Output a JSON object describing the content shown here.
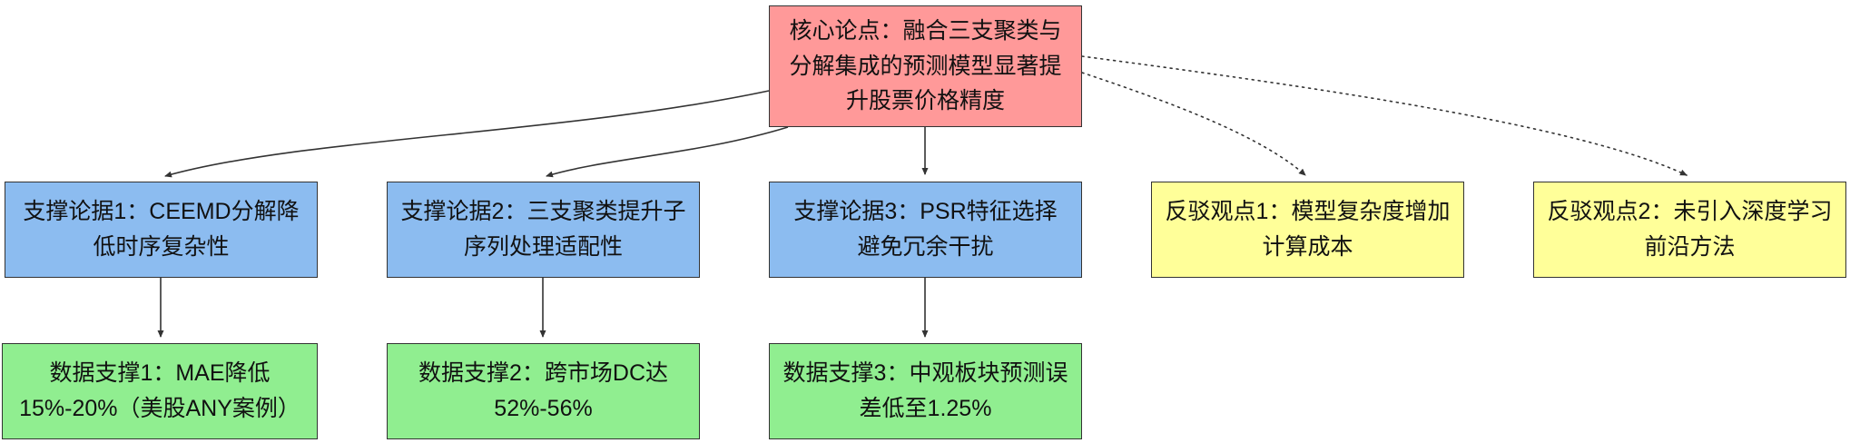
{
  "diagram": {
    "nodes": {
      "core": {
        "label": "核心论点：融合三支聚类与分解集成的预测模型显著提升股票价格精度",
        "type": "thesis",
        "color": "#ff9999"
      },
      "support1": {
        "label": "支撑论据1：CEEMD分解降低时序复杂性",
        "type": "support",
        "color": "#8cbcf0"
      },
      "support2": {
        "label": "支撑论据2：三支聚类提升子序列处理适配性",
        "type": "support",
        "color": "#8cbcf0"
      },
      "support3": {
        "label": "支撑论据3：PSR特征选择避免冗余干扰",
        "type": "support",
        "color": "#8cbcf0"
      },
      "counter1": {
        "label": "反驳观点1：模型复杂度增加计算成本",
        "type": "counter",
        "color": "#ffff99"
      },
      "counter2": {
        "label": "反驳观点2：未引入深度学习前沿方法",
        "type": "counter",
        "color": "#ffff99"
      },
      "data1": {
        "label": "数据支撑1：MAE降低15%-20%（美股ANY案例）",
        "type": "evidence",
        "color": "#90ee90"
      },
      "data2": {
        "label": "数据支撑2：跨市场DC达52%-56%",
        "type": "evidence",
        "color": "#90ee90"
      },
      "data3": {
        "label": "数据支撑3：中观板块预测误差低至1.25%",
        "type": "evidence",
        "color": "#90ee90"
      }
    },
    "edges": [
      {
        "from": "core",
        "to": "support1",
        "style": "solid"
      },
      {
        "from": "core",
        "to": "support2",
        "style": "solid"
      },
      {
        "from": "core",
        "to": "support3",
        "style": "solid"
      },
      {
        "from": "core",
        "to": "counter1",
        "style": "dotted"
      },
      {
        "from": "core",
        "to": "counter2",
        "style": "dotted"
      },
      {
        "from": "support1",
        "to": "data1",
        "style": "solid"
      },
      {
        "from": "support2",
        "to": "data2",
        "style": "solid"
      },
      {
        "from": "support3",
        "to": "data3",
        "style": "solid"
      }
    ]
  }
}
